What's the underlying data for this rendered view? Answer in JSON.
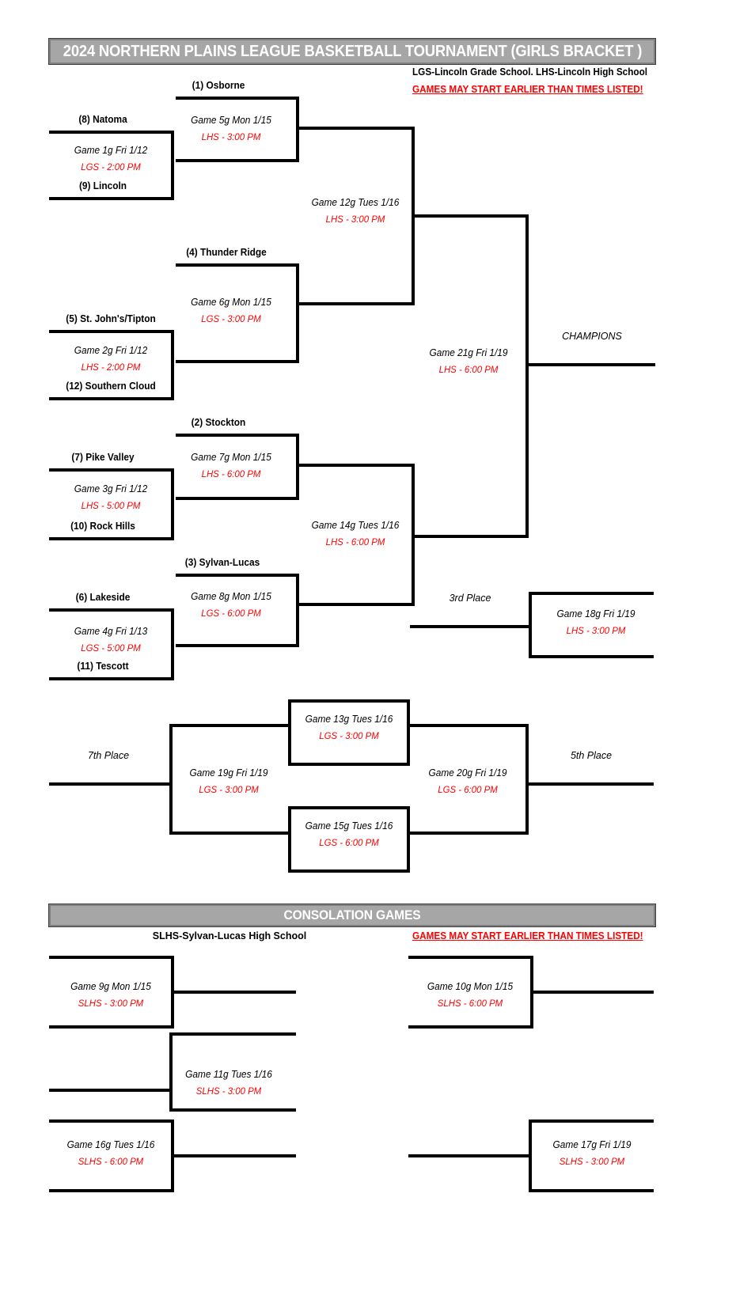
{
  "title": "2024 NORTHERN PLAINS LEAGUE BASKETBALL TOURNAMENT (GIRLS BRACKET )",
  "consolation_title": "CONSOLATION GAMES",
  "legend": {
    "venues_main": "LGS-Lincoln Grade School. LHS-Lincoln High School",
    "warning_main": "GAMES MAY START EARLIER THAN TIMES LISTED!",
    "venues_consolation": "SLHS-Sylvan-Lucas High School",
    "warning_consolation": "GAMES MAY START EARLIER THAN TIMES LISTED!"
  },
  "colors": {
    "time_red": "#ff0000",
    "bar_gray": "#a6a6a6",
    "line_black": "#000000"
  },
  "teams": {
    "seed1": "(1) Osborne",
    "seed8": "(8) Natoma",
    "seed9": "(9) Lincoln",
    "seed4": "(4) Thunder Ridge",
    "seed5": "(5) St. John's/Tipton",
    "seed12": "(12) Southern Cloud",
    "seed2": "(2) Stockton",
    "seed7": "(7) Pike Valley",
    "seed10": "(10) Rock Hills",
    "seed3": "(3) Sylvan-Lucas",
    "seed6": "(6) Lakeside",
    "seed11": "(11) Tescott"
  },
  "games": {
    "g1": {
      "label": "Game 1g Fri 1/12",
      "time": "LGS - 2:00 PM"
    },
    "g2": {
      "label": "Game 2g Fri 1/12",
      "time": "LHS - 2:00 PM"
    },
    "g3": {
      "label": "Game 3g Fri 1/12",
      "time": "LHS - 5:00 PM"
    },
    "g4": {
      "label": "Game 4g Fri 1/13",
      "time": "LGS - 5:00 PM"
    },
    "g5": {
      "label": "Game 5g Mon 1/15",
      "time": "LHS - 3:00 PM"
    },
    "g6": {
      "label": "Game 6g Mon 1/15",
      "time": "LGS - 3:00 PM"
    },
    "g7": {
      "label": "Game 7g Mon 1/15",
      "time": "LHS - 6:00 PM"
    },
    "g8": {
      "label": "Game 8g Mon 1/15",
      "time": "LGS - 6:00 PM"
    },
    "g9": {
      "label": "Game 9g Mon 1/15",
      "time": "SLHS - 3:00 PM"
    },
    "g10": {
      "label": "Game 10g Mon 1/15",
      "time": "SLHS - 6:00 PM"
    },
    "g11": {
      "label": "Game 11g Tues 1/16",
      "time": "SLHS - 3:00 PM"
    },
    "g12": {
      "label": "Game 12g Tues 1/16",
      "time": "LHS - 3:00 PM"
    },
    "g13": {
      "label": "Game 13g Tues 1/16",
      "time": "LGS - 3:00 PM"
    },
    "g14": {
      "label": "Game 14g Tues 1/16",
      "time": "LHS - 6:00 PM"
    },
    "g15": {
      "label": "Game 15g Tues 1/16",
      "time": "LGS - 6:00 PM"
    },
    "g16": {
      "label": "Game 16g Tues 1/16",
      "time": "SLHS - 6:00 PM"
    },
    "g17": {
      "label": "Game 17g Fri 1/19",
      "time": "SLHS - 3:00 PM"
    },
    "g18": {
      "label": "Game 18g Fri 1/19",
      "time": "LHS - 3:00 PM"
    },
    "g19": {
      "label": "Game 19g Fri 1/19",
      "time": "LGS - 3:00 PM"
    },
    "g20": {
      "label": "Game 20g Fri 1/19",
      "time": "LGS - 6:00 PM"
    },
    "g21": {
      "label": "Game 21g Fri 1/19",
      "time": "LHS - 6:00 PM"
    }
  },
  "placements": {
    "champions": "CHAMPIONS",
    "third": "3rd Place",
    "fifth": "5th Place",
    "seventh": "7th Place"
  }
}
